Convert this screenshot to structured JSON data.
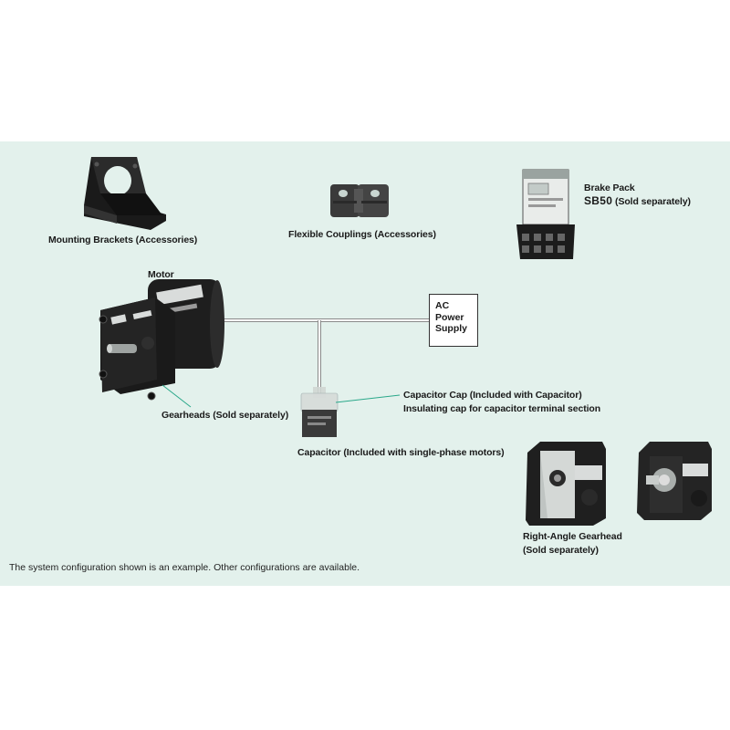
{
  "labels": {
    "mounting_brackets": "Mounting Brackets (Accessories)",
    "flexible_couplings": "Flexible Couplings (Accessories)",
    "brake_pack_line1": "Brake Pack",
    "brake_pack_model": "SB50",
    "brake_pack_suffix": "(Sold separately)",
    "motor": "Motor",
    "gearheads": "Gearheads (Sold separately)",
    "capacitor_cap_line1": "Capacitor Cap (Included with Capacitor)",
    "capacitor_cap_line2": "Insulating cap for capacitor terminal section",
    "capacitor": "Capacitor (Included with single-phase motors)",
    "right_angle_line1": "Right-Angle Gearhead",
    "right_angle_line2": "(Sold separately)"
  },
  "ac_power_supply": [
    "AC",
    "Power",
    "Supply"
  ],
  "footnote": "The system configuration shown is an example. Other configurations are available.",
  "colors": {
    "panel_background": "#e3f1ec",
    "leader_line": "#2aa88a",
    "wire": "#ffffff",
    "device_dark": "#1e1e1e"
  }
}
